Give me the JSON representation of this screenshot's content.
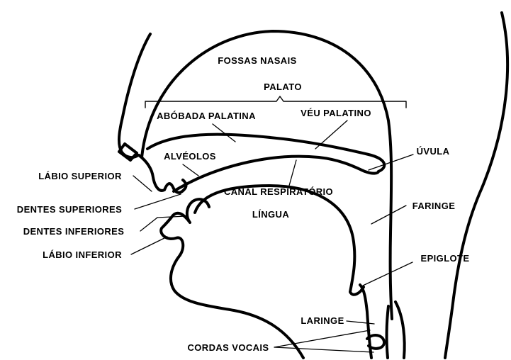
{
  "diagram": {
    "labels": {
      "fossas_nasais": "FOSSAS NASAIS",
      "palato": "PALATO",
      "abobada_palatina": "ABÓBADA PALATINA",
      "veu_palatino": "VÉU PALATINO",
      "alveolos": "ALVÉOLOS",
      "uvula": "ÚVULA",
      "labio_superior": "LÁBIO SUPERIOR",
      "canal_respiratorio": "CANAL RESPIRATÓRIO",
      "dentes_superiores": "DENTES SUPERIORES",
      "lingua": "LÍNGUA",
      "faringe": "FARINGE",
      "dentes_inferiores": "DENTES INFERIORES",
      "labio_inferior": "LÁBIO INFERIOR",
      "epiglote": "EPIGLOTE",
      "laringe": "LARINGE",
      "cordas_vocais": "CORDAS VOCAIS"
    },
    "colors": {
      "stroke": "#000000",
      "background": "#ffffff"
    }
  }
}
